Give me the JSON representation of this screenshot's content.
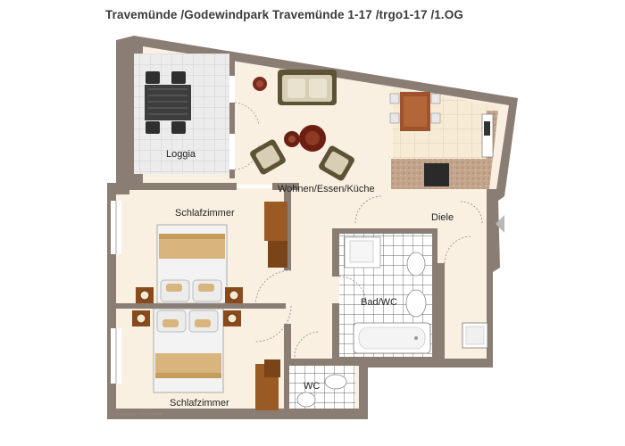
{
  "title": "Travemünde /Godewindpark Travemünde 1-17 /trgo1-17 /1.OG",
  "rooms": {
    "loggia": "Loggia",
    "living": "Wohnen/Essen/Küche",
    "bedroom_top": "Schlafzimmer",
    "bedroom_bottom": "Schlafzimmer",
    "hall": "Diele",
    "bath": "Bad/WC",
    "wc": "WC"
  },
  "credit": "Illustration: Gemme Grafik",
  "colors": {
    "wall": "#8a7d74",
    "floor": "#faf0e2",
    "tile_light": "#ffffff",
    "tile_line": "#cfcfcf",
    "kitchen_tile": "#f5e8cf",
    "loggia_tile": "#e9e9e9",
    "wood": "#9a5a24",
    "sofa": "#d8ceb5",
    "counter": "#b8957a",
    "bed_blanket": "#d7b57d",
    "bed_sheet": "#eeeeee"
  }
}
